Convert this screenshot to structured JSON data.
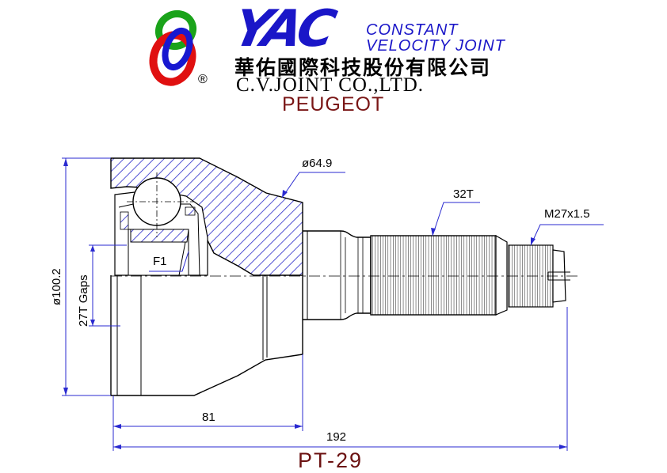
{
  "header": {
    "brand": "YAC",
    "tagline_line1": "CONSTANT",
    "tagline_line2": "VELOCITY JOINT",
    "company_cn": "華佑國際科技股份有限公司",
    "company_en": "C.V.JOINT CO.,LTD.",
    "registered_mark": "®",
    "vehicle_make": "PEUGEOT"
  },
  "drawing": {
    "dim_outer_diameter": "ø64.9",
    "dim_spline_teeth": "32T",
    "dim_thread": "M27x1.5",
    "dim_flange_diameter": "ø100.2",
    "dim_gaps": "27T Gaps",
    "dim_bell_length": "81",
    "dim_total_length": "192",
    "label_f1": "F1"
  },
  "footer": {
    "part_number": "PT-29"
  },
  "colors": {
    "brand_blue": "#1a16c8",
    "hatch_blue": "#2828c8",
    "dim_line_blue": "#2a2ad0",
    "make_red": "#7a1616",
    "logo_green": "#1aa31a",
    "logo_red": "#e01010",
    "logo_blue": "#1818d0"
  },
  "icons": [
    "yac-logo-icon",
    "registered-trademark-icon"
  ]
}
